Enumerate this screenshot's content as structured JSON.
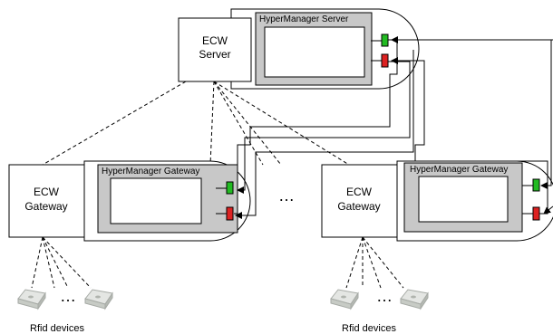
{
  "server": {
    "box_line1": "ECW",
    "box_line2": "Server",
    "panel_title": "HyperManager Server"
  },
  "gateways": [
    {
      "box_line1": "ECW",
      "box_line2": "Gateway",
      "panel_title": "HyperManager Gateway",
      "devices_label": "Rfid devices"
    },
    {
      "box_line1": "ECW",
      "box_line2": "Gateway",
      "panel_title": "HyperManager Gateway",
      "devices_label": "Rfid devices"
    }
  ],
  "ellipsis": "…",
  "colors": {
    "panel_fill": "#c8c8c8",
    "input_port": "#22bb22",
    "output_port": "#dd2222"
  },
  "icons": [
    "rfid-reader-icon"
  ]
}
